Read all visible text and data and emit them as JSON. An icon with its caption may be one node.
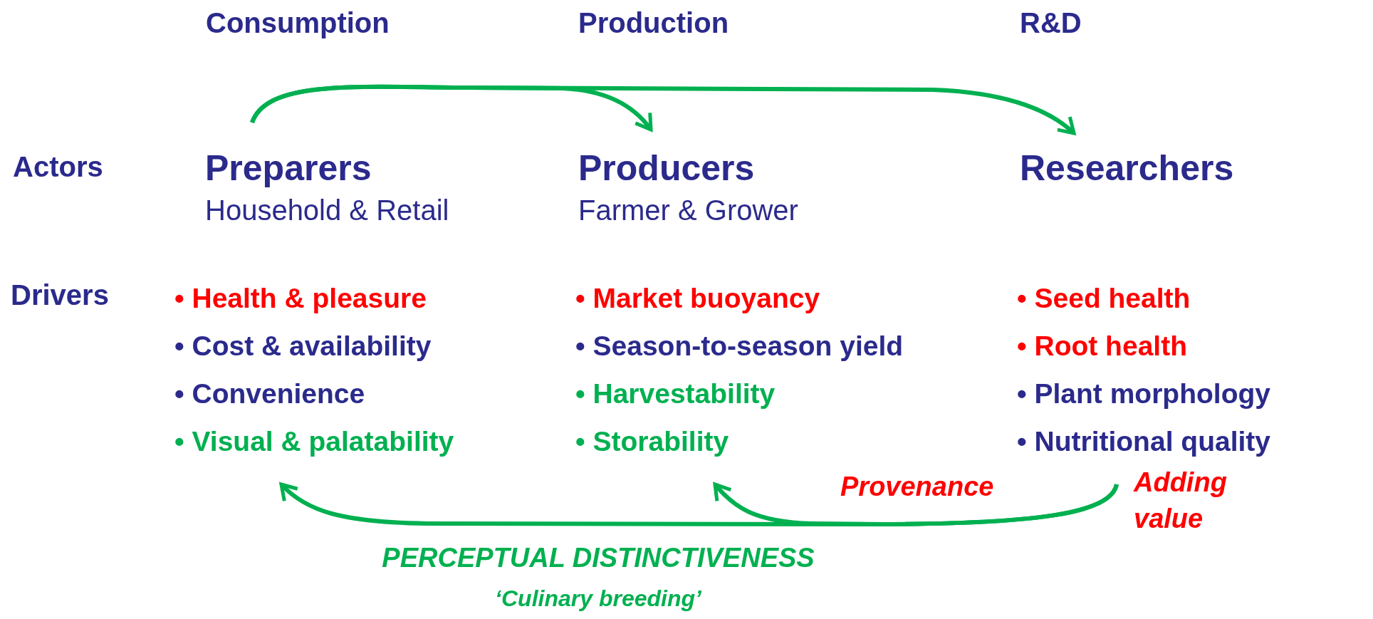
{
  "diagram": {
    "nodes": [
      {
        "text": [
          "Preparers",
          "Household & Retail"
        ]
      },
      {
        "text": [
          "Producers",
          "Farmer & Grower"
        ]
      },
      {
        "text": [
          "Researchers"
        ]
      },
      {
        "text": [
          "• Health & pleasure",
          "• Cost & availability",
          "• Convenience",
          "• Visual & palatability"
        ]
      },
      {
        "text": [
          "• Market buoyancy",
          "• Season-to-season yield",
          "• Harvestability",
          "• Storability"
        ]
      },
      {
        "text": [
          "• Seed health",
          "• Root health",
          "• Plant morphology",
          "• Nutritional quality"
        ]
      }
    ],
    "edges": [
      {
        "from": 0,
        "to": 1,
        "arrow": "to"
      },
      {
        "from": 0,
        "to": 2,
        "arrow": "to"
      },
      {
        "from": 5,
        "to": 4,
        "arrow": "to"
      },
      {
        "from": 5,
        "to": 3,
        "arrow": "to"
      }
    ],
    "labels": [
      "Consumption",
      "Production",
      "R&D",
      "Actors",
      "Drivers",
      "Provenance",
      "Adding value",
      "PERCEPTUAL DISTINCTIVENESS",
      "‘Culinary breeding’"
    ]
  }
}
